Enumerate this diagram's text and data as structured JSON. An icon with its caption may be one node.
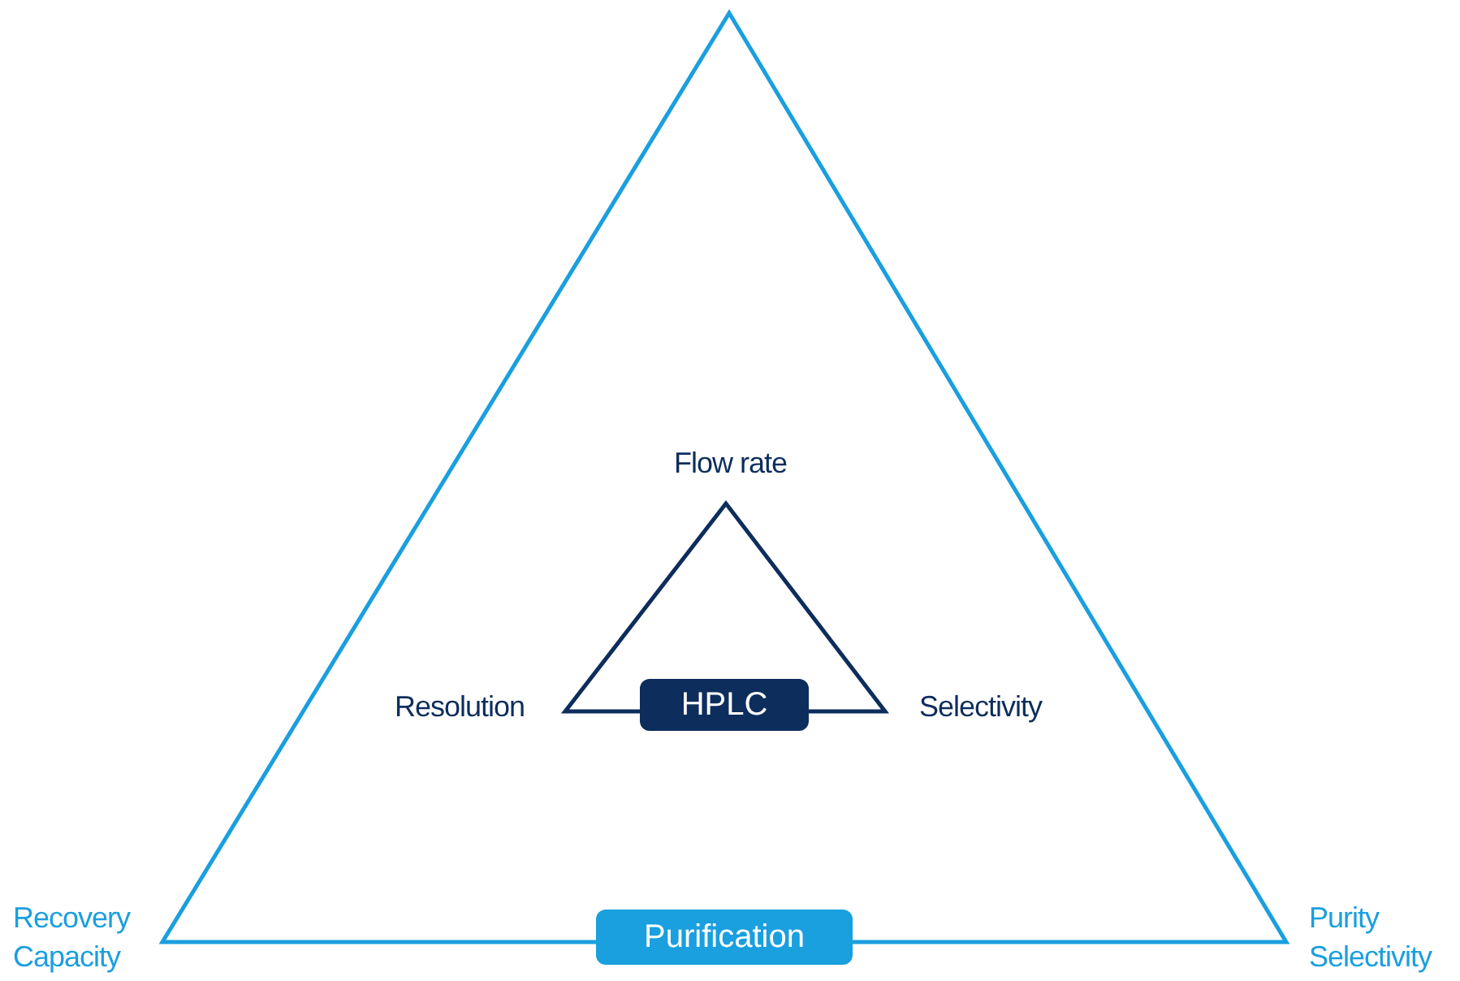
{
  "diagram": {
    "nodes": [
      {
        "text": [
          "HPLC"
        ]
      },
      {
        "text": [
          "Purification"
        ]
      }
    ],
    "labels": [
      "Flow rate",
      "Resolution",
      "Selectivity",
      "Recovery Capacity",
      "Purity Selectivity"
    ]
  }
}
